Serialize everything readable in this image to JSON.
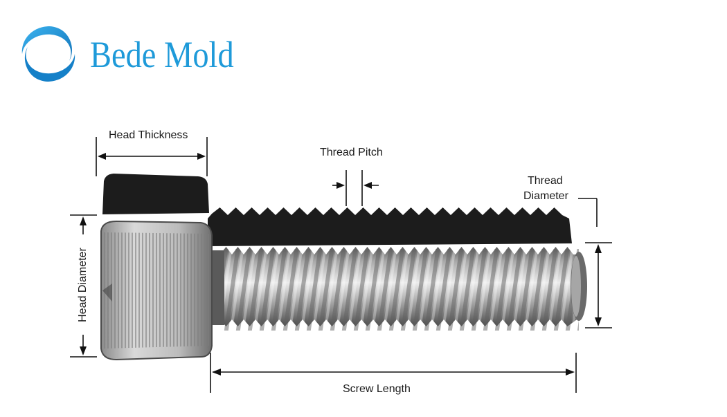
{
  "brand": {
    "name": "Bede Mold",
    "color": "#1e9ad9",
    "logo_icon": "swirl-globe-icon"
  },
  "diagram": {
    "subject": "socket-head-cap-screw",
    "labels": {
      "head_thickness": "Head Thickness",
      "thread_pitch": "Thread Pitch",
      "thread_diameter_line1": "Thread",
      "thread_diameter_line2": "Diameter",
      "head_diameter": "Head Diameter",
      "screw_length": "Screw Length"
    },
    "colors": {
      "shadow": "#1c1c1c",
      "metal_light": "#d9d9d9",
      "metal_dark": "#6f6f6f",
      "dimension_line": "#111111"
    }
  }
}
